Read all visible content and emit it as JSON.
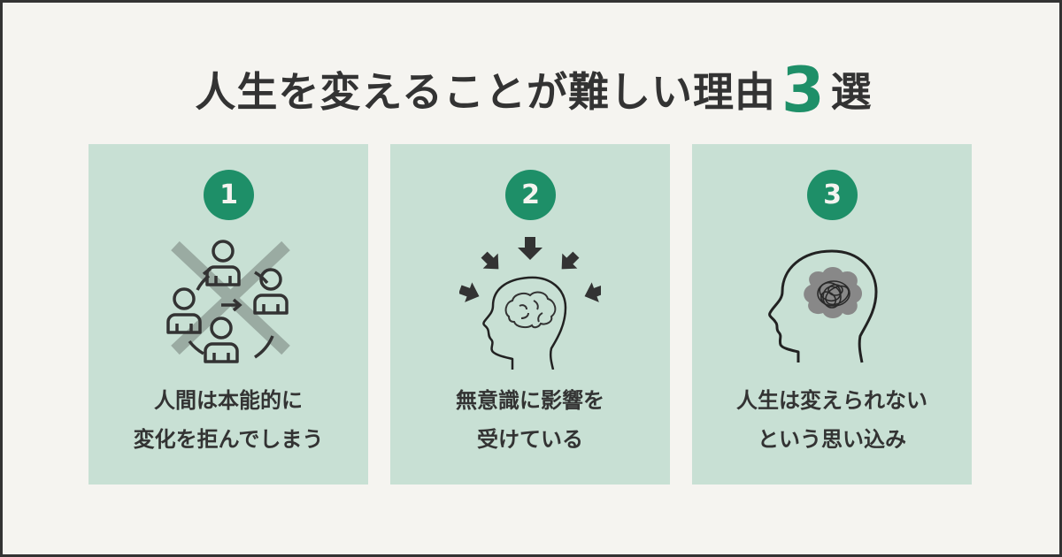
{
  "title": {
    "prefix": "人生を変えることが難しい理由",
    "number": "3",
    "suffix": "選"
  },
  "colors": {
    "accent": "#1e8f68",
    "card_bg": "#c8e0d4",
    "page_bg": "#f5f4f0",
    "text": "#333333"
  },
  "cards": [
    {
      "badge": "1",
      "icon": "people-circle-crossed-icon",
      "lines": [
        "人間は本能的に",
        "変化を拒んでしまう"
      ]
    },
    {
      "badge": "2",
      "icon": "head-brain-arrows-icon",
      "lines": [
        "無意識に影響を",
        "受けている"
      ]
    },
    {
      "badge": "3",
      "icon": "head-tangled-thoughts-icon",
      "lines": [
        "人生は変えられない",
        "という思い込み"
      ]
    }
  ]
}
